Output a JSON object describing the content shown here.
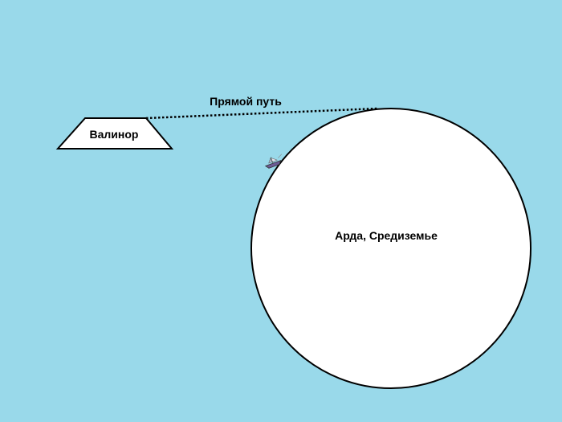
{
  "diagram": {
    "background_color": "#99d9ea",
    "valinor": {
      "label": "Валинор",
      "shape": "trapezoid",
      "fill": "#ffffff",
      "stroke": "#000000"
    },
    "straight_road": {
      "label": "Прямой путь",
      "style": "dotted-line",
      "stroke": "#000000"
    },
    "arda": {
      "label": "Арда, Средиземье",
      "shape": "circle",
      "fill": "#ffffff",
      "stroke": "#000000"
    },
    "ship": {
      "icon": "ship-icon"
    }
  }
}
